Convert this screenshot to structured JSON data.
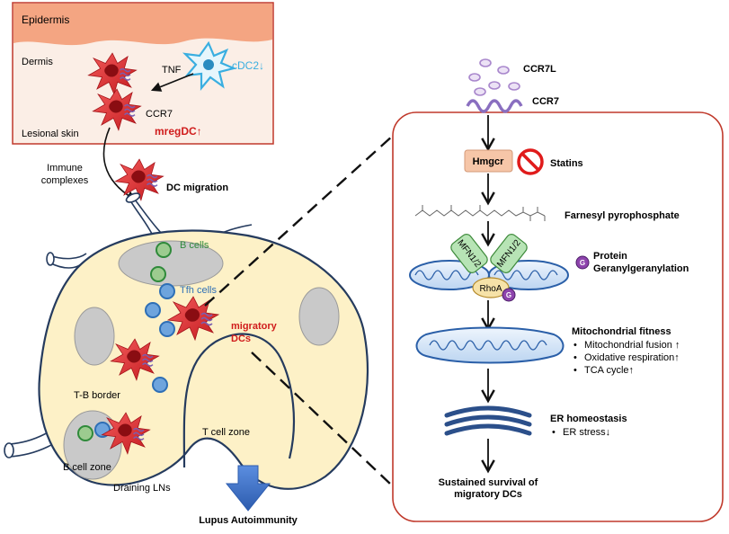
{
  "skin": {
    "epidermis": "Epidermis",
    "dermis": "Dermis",
    "tnf": "TNF",
    "cdc2": "cDC2↓",
    "ccr7": "CCR7",
    "mregdc": "mregDC↑",
    "lesional": "Lesional skin"
  },
  "migration": {
    "immune_complexes_1": "Immune",
    "immune_complexes_2": "complexes",
    "dc_migration": "DC migration"
  },
  "lymph_node": {
    "b_cells": "B cells",
    "tfh_cells": "Tfh cells",
    "migratory_1": "migratory",
    "migratory_2": "DCs",
    "tb_border": "T-B border",
    "t_cell_zone": "T cell zone",
    "b_cell_zone": "B cell zone",
    "draining_lns": "Draining LNs"
  },
  "outcome": "Lupus Autoimmunity",
  "pathway": {
    "ccr7l": "CCR7L",
    "ccr7": "CCR7",
    "hmgcr": "Hmgcr",
    "statins": "Statins",
    "farnesyl": "Farnesyl pyrophosphate",
    "mfn_left": "MFN1/2",
    "mfn_right": "MFN1/2",
    "g_badge": "G",
    "protein_1": "Protein",
    "protein_2": "Geranylgeranylation",
    "rhoa": "RhoA",
    "mito_title": "Mitochondrial fitness",
    "mito_items": [
      "Mitochondrial fusion ↑",
      "Oxidative respiration↑",
      "TCA cycle↑"
    ],
    "bullet": "•",
    "er_title": "ER homeostasis",
    "er_item": "ER stress↓",
    "survival_1": "Sustained survival of",
    "survival_2": "migratory DCs"
  },
  "colors": {
    "epidermis": "#f4a582",
    "dermis": "#fbeee6",
    "skin_border": "#c0392b",
    "dc_red": "#e0282e",
    "cdc2_blue": "#3aaee0",
    "mreg_text": "#d01c1c",
    "node_fill": "#fdf1c7",
    "node_edge": "#253b5e",
    "follicle": "#c9c9c9",
    "b_cell": "#2f8a3a",
    "tfh": "#2e6fb6",
    "panel_border": "#c0392b",
    "hmgcr": "#f6c6a8",
    "mfn": "#b7e4b5",
    "mito_edge": "#2a5fa8",
    "mito_fill": "#d5e6f8",
    "er": "#2b4f8a",
    "arrow_blue": "#3f72c8",
    "g_purple": "#8e44ad",
    "ccr7l": "#a886cc"
  }
}
